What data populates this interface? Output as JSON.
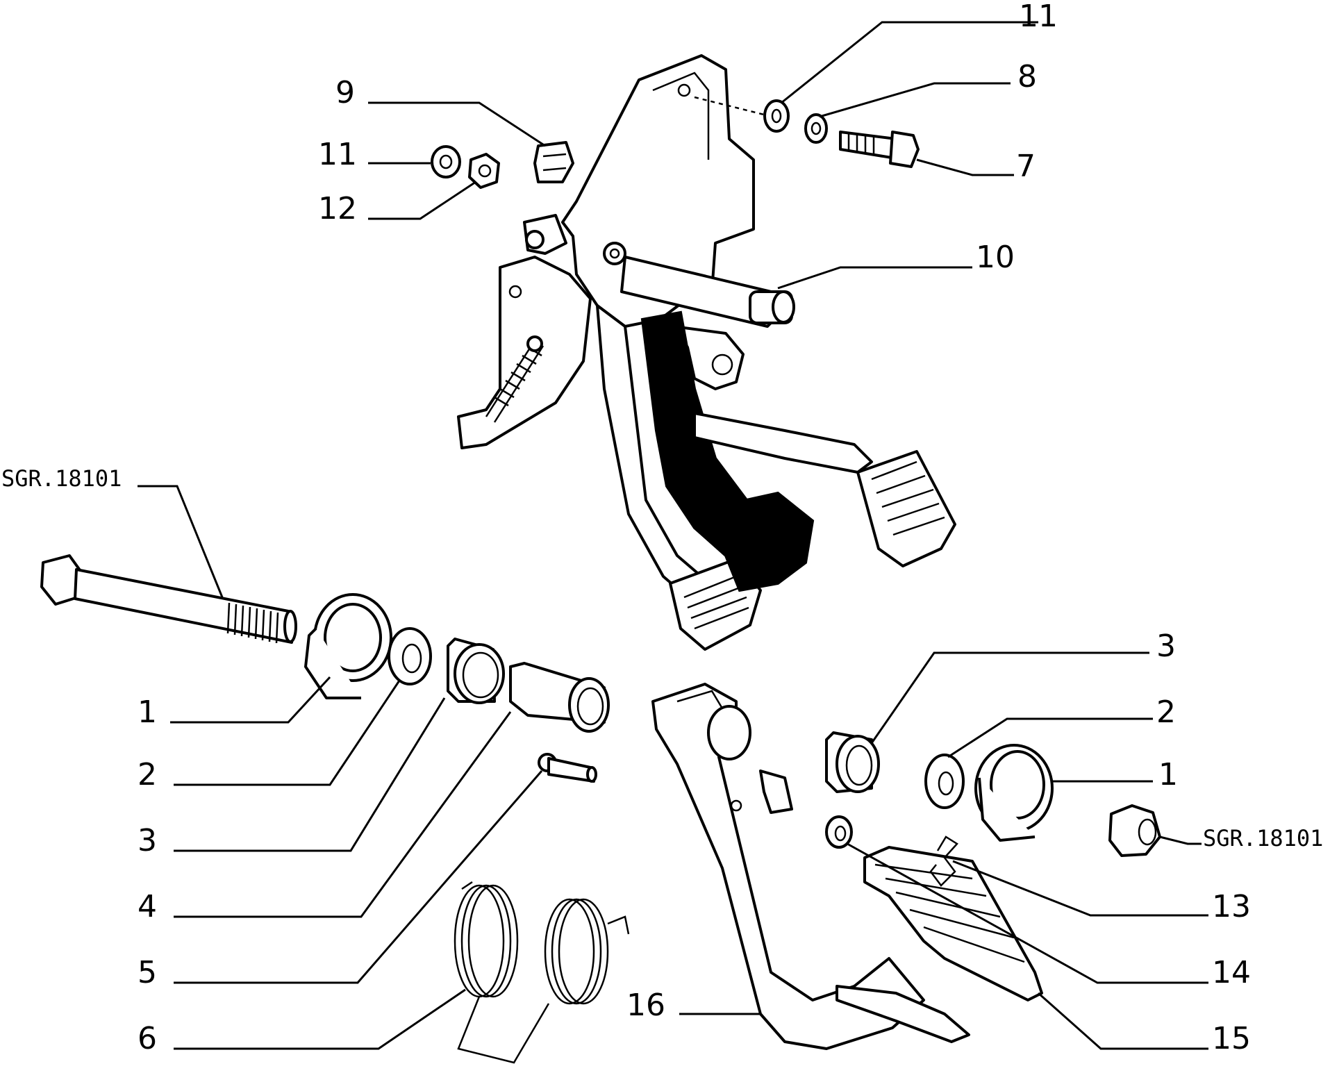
{
  "diagram": {
    "callouts": [
      {
        "id": "c11a",
        "text": "11"
      },
      {
        "id": "c8",
        "text": "8"
      },
      {
        "id": "c9",
        "text": "9"
      },
      {
        "id": "c11b",
        "text": "11"
      },
      {
        "id": "c7",
        "text": "7"
      },
      {
        "id": "c12",
        "text": "12"
      },
      {
        "id": "c10",
        "text": "10"
      },
      {
        "id": "csgr1",
        "text": "SGR.18101"
      },
      {
        "id": "c3a",
        "text": "3"
      },
      {
        "id": "c2a",
        "text": "2"
      },
      {
        "id": "c1a",
        "text": "1"
      },
      {
        "id": "c1b",
        "text": "1"
      },
      {
        "id": "c2b",
        "text": "2"
      },
      {
        "id": "c3b",
        "text": "3"
      },
      {
        "id": "csgr2",
        "text": "SGR.18101"
      },
      {
        "id": "c4",
        "text": "4"
      },
      {
        "id": "c13",
        "text": "13"
      },
      {
        "id": "c5",
        "text": "5"
      },
      {
        "id": "c14",
        "text": "14"
      },
      {
        "id": "c16",
        "text": "16"
      },
      {
        "id": "c6",
        "text": "6"
      },
      {
        "id": "c15",
        "text": "15"
      }
    ]
  }
}
